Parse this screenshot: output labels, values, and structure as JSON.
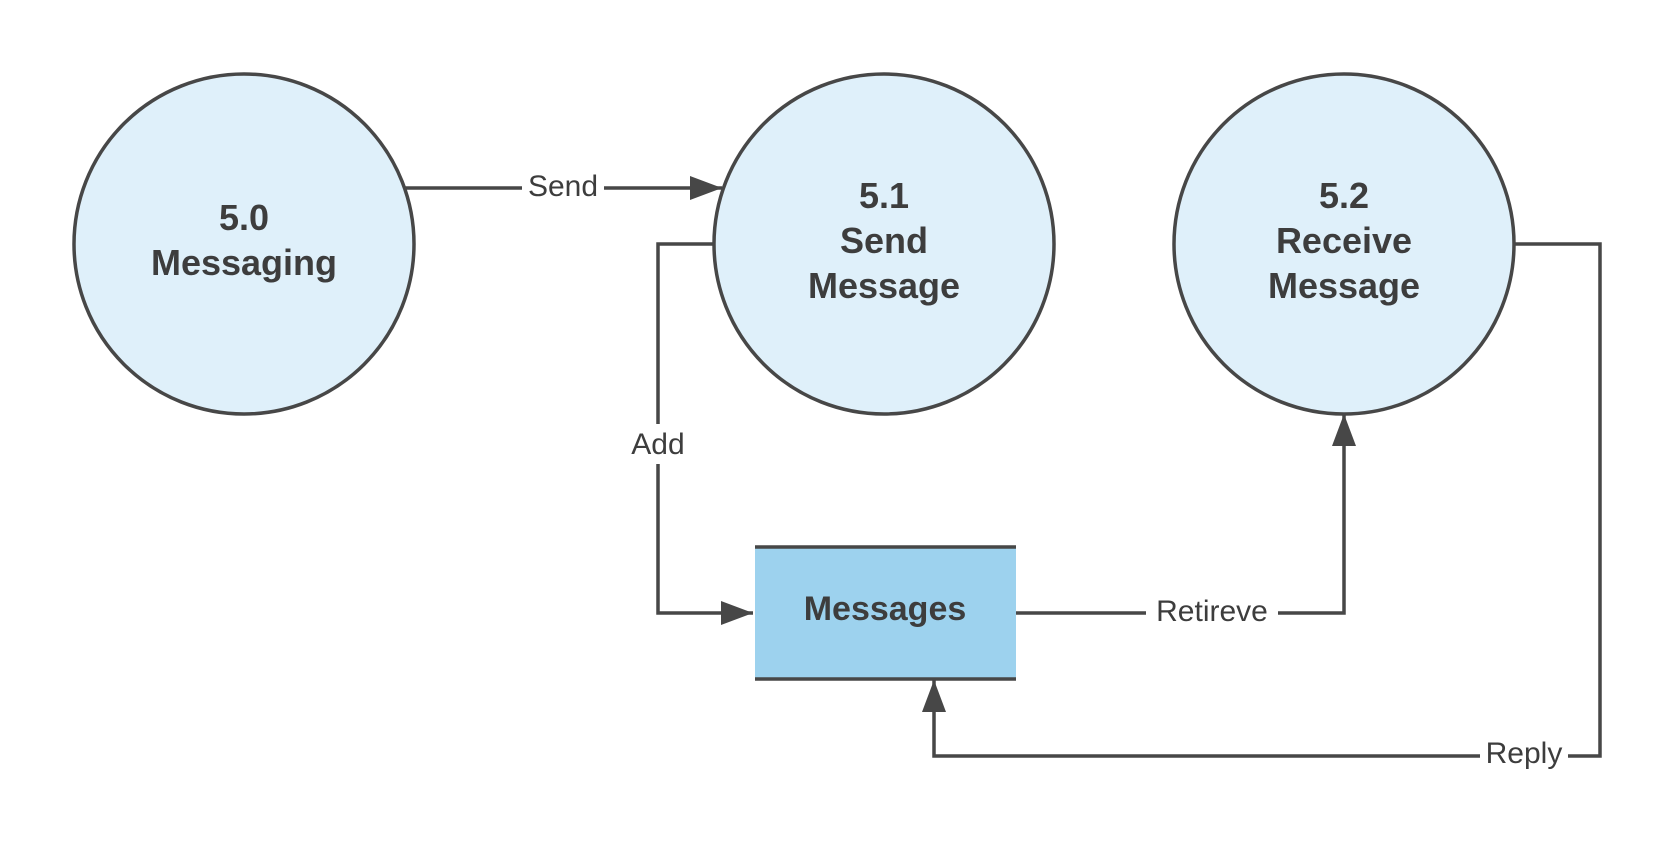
{
  "diagram": {
    "nodes": {
      "messaging": {
        "line1": "5.0",
        "line2": "Messaging"
      },
      "send_message": {
        "line1": "5.1",
        "line2": "Send",
        "line3": "Message"
      },
      "receive_message": {
        "line1": "5.2",
        "line2": "Receive",
        "line3": "Message"
      },
      "messages_store": {
        "label": "Messages"
      }
    },
    "edges": {
      "send": "Send",
      "add": "Add",
      "retrieve": "Retireve",
      "reply": "Reply"
    }
  },
  "colors": {
    "process_fill": "#dff0fa",
    "store_fill": "#9dd2ee",
    "stroke": "#474747",
    "text": "#3d3d3d"
  }
}
